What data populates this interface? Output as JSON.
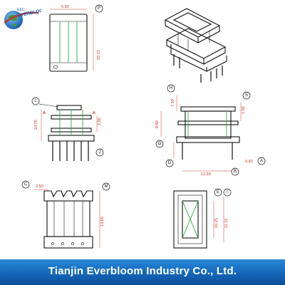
{
  "logo": {
    "top_text": "E&C",
    "brand_text": "EVERBLOOM"
  },
  "footer": {
    "company": "Tianjin Everbloom Industry Co., Ltd."
  },
  "views": {
    "front": {
      "marker": "P",
      "width_dim": "6.50",
      "height_dim": "15.50"
    },
    "side_left": {
      "marker": "L",
      "section_mark": "A",
      "flange_dim": "2.50",
      "height_dim": "10.70",
      "pin_marker": "J"
    },
    "side_right": {
      "marker_top": "H",
      "marker_right": "S",
      "top_dim": "7.50",
      "right_dim": "2.50",
      "mid_dim": "8.60",
      "marker_g": "G",
      "marker_d": "D",
      "pin_dim": "0.60",
      "marker_a": "A",
      "base_dim": "12.50",
      "marker_b": "B"
    },
    "bottom_left": {
      "marker_c": "C",
      "marker_m": "M",
      "slot_dim": "2.50",
      "height_dim": "13.60"
    },
    "bottom_right": {
      "marker_e": "E",
      "marker_i": "I",
      "inner_dim": "10.25",
      "outer_dim": "11.15"
    }
  },
  "colors": {
    "footer": "#1466b8",
    "dimension_text": "#c0392b",
    "center_line": "#2fae3a",
    "extension_line": "#d43a2f"
  }
}
